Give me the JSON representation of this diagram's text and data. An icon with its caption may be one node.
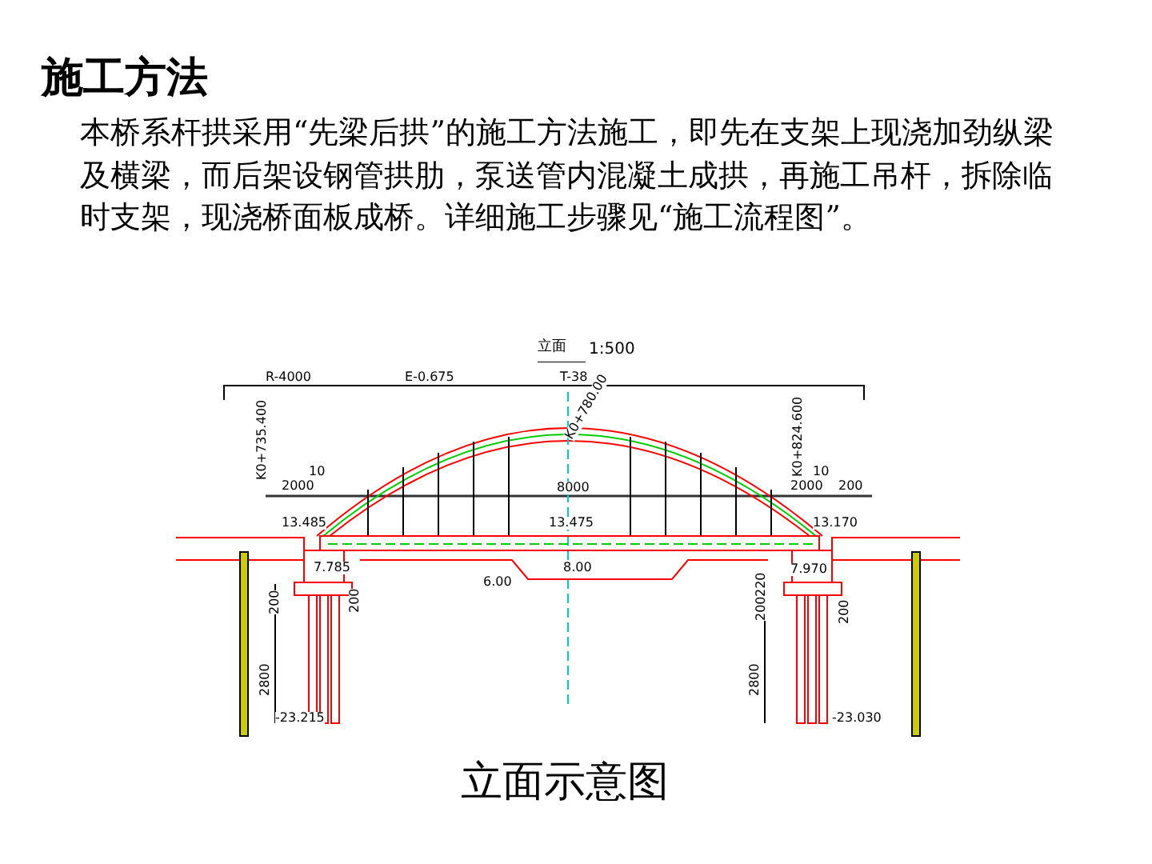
{
  "diagram": {
    "title": "施工方法",
    "caption": "立面示意图",
    "labels": [
      "本桥系杆拱采用“先梁后拱”的施工方法施工，即先在支架上现浇加劲纵梁及横梁，而后架设钢管拱肋，泵送管内混凝土成拱，再施工吊杆，拆除临时支架，现浇桥面板成桥。详细施工步骤见“施工流程图”。",
      "立面",
      "1:500",
      "R-4000",
      "E-0.675",
      "T-38",
      "K0+735.400",
      "K0+780.00",
      "K0+824.600",
      "10",
      "2000",
      "13.485",
      "8000",
      "13.475",
      "10",
      "2000",
      "200",
      "13.170",
      "7.785",
      "200",
      "200",
      "8.00",
      "6.00",
      "7.970",
      "220",
      "200",
      "200",
      "2800",
      "2800",
      "-23.215",
      "-23.030"
    ]
  }
}
